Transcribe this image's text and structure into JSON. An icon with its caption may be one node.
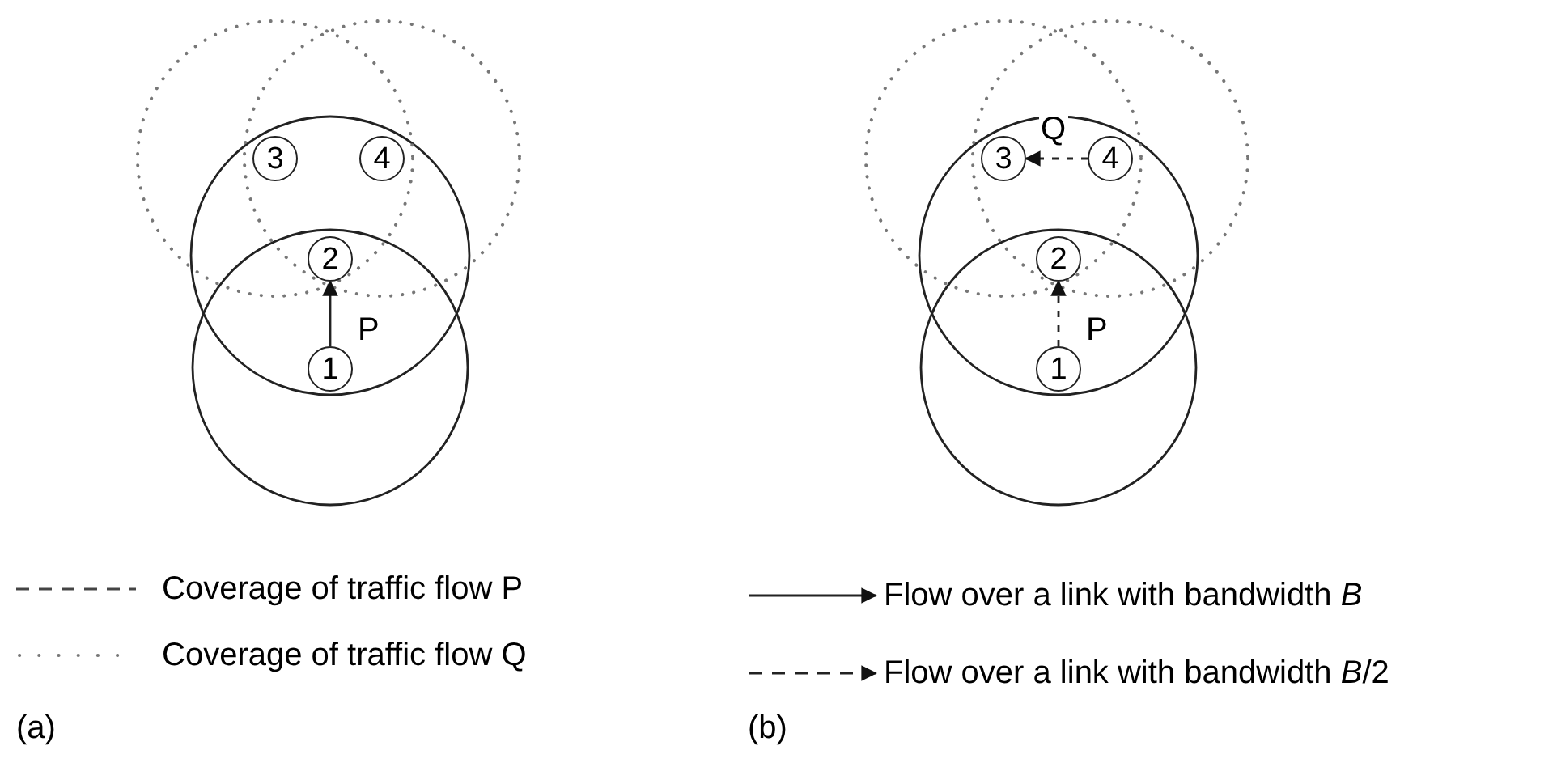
{
  "diagram": {
    "nodes": [
      {
        "text": [
          "1"
        ]
      },
      {
        "text": [
          "2"
        ]
      },
      {
        "text": [
          "3"
        ]
      },
      {
        "text": [
          "4"
        ]
      },
      {
        "text": [
          "1"
        ]
      },
      {
        "text": [
          "2"
        ]
      },
      {
        "text": [
          "3"
        ]
      },
      {
        "text": [
          "4"
        ]
      }
    ],
    "edges": [
      {
        "from": 0,
        "to": 1,
        "arrow": "to",
        "label": "P"
      },
      {
        "from": 4,
        "to": 5,
        "arrow": "to",
        "label": "P",
        "style": "dashed"
      },
      {
        "from": 7,
        "to": 6,
        "arrow": "to",
        "label": "Q",
        "style": "dashed"
      }
    ],
    "labels": [
      "(a)",
      "(b)"
    ],
    "legend": [
      {
        "text": "Coverage of traffic flow P"
      },
      {
        "text": "Coverage of traffic flow Q"
      },
      {
        "text": "Flow over a link with bandwidth *B*"
      },
      {
        "text": "Flow over a link with bandwidth *B*/2"
      }
    ]
  }
}
